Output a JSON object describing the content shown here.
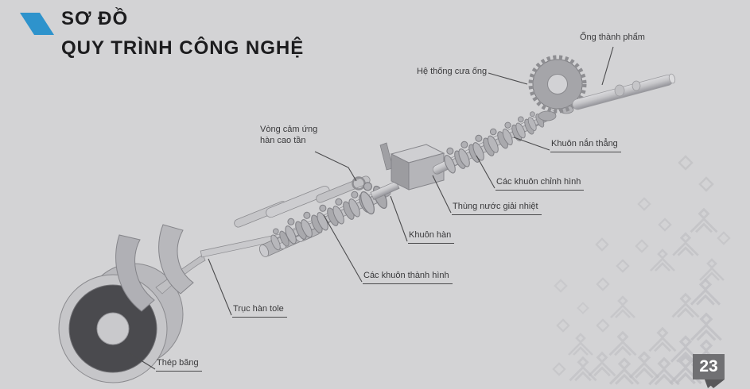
{
  "slide": {
    "title_line1": "SƠ ĐỒ",
    "title_line2": "QUY TRÌNH CÔNG NGHỆ",
    "page_number": "23",
    "accent_icon": "parallelogram-swoosh",
    "accent_color": "#2e93cc",
    "background_color": "#d3d3d5",
    "title_color": "#1c1c1e",
    "label_color": "#39393b"
  },
  "diagram": {
    "type": "process-flow-illustration",
    "subject": "Sơ đồ quy trình công nghệ sản xuất ống thép",
    "labels": [
      {
        "id": "thep-bang",
        "text": "Thép băng",
        "underlined": true
      },
      {
        "id": "truc-han-tole",
        "text": "Trục hàn tole",
        "underlined": true
      },
      {
        "id": "cac-khuon-thanh-hinh",
        "text": "Các khuôn thành hình",
        "underlined": true
      },
      {
        "id": "khuon-han",
        "text": "Khuôn hàn",
        "underlined": true
      },
      {
        "id": "vong-cam-ung-han-cao-tan",
        "text": "Vòng cảm ứng",
        "text2": "hàn cao tần",
        "underlined": false
      },
      {
        "id": "thung-nuoc-giai-nhiet",
        "text": "Thùng nước giải nhiệt",
        "underlined": true
      },
      {
        "id": "cac-khuon-chinh-hinh",
        "text": "Các khuôn chỉnh hình",
        "underlined": true
      },
      {
        "id": "khuon-nan-thang",
        "text": "Khuôn nắn thẳng",
        "underlined": true
      },
      {
        "id": "he-thong-cua-ong",
        "text": "Hệ thống cưa ống",
        "underlined": false
      },
      {
        "id": "ong-thanh-pham",
        "text": "Ống thành phẩm",
        "underlined": false
      }
    ]
  }
}
